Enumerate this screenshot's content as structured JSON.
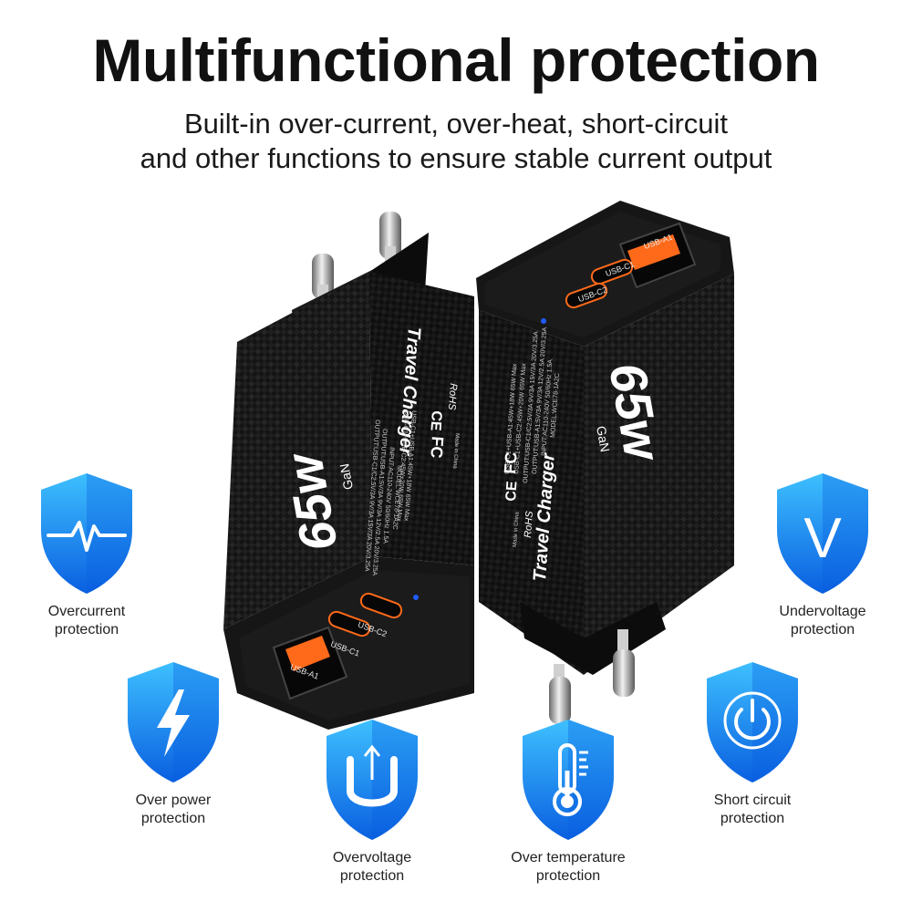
{
  "header": {
    "title": "Multifunctional protection",
    "subtitle_line1": "Built-in over-current, over-heat, short-circuit",
    "subtitle_line2": "and other functions to ensure stable current output"
  },
  "charger_left": {
    "power": "65w",
    "gan": "GaN",
    "brand_text": "Travel Charger",
    "port1": "USB-A1",
    "port2": "USB-C1",
    "port3": "USB-C2",
    "cert_fc": "FC",
    "cert_ce": "CE",
    "cert_rohs": "RoHS",
    "made_in": "Made in China",
    "spec_lines": [
      "MODEL:WCE78-1A2C",
      "INPUT:AC110-240V 50/60Hz 1.5A",
      "OUTPUT:USB-A1:5V/3A 9V/3A 12V/2.5A 20V/3.25A",
      "OUTPUT:USB-C1/C2:5V/3A 9V/3A 15V/3A 20V/3.25A",
      "USB-C1+USB-C2:45W+20W  65W Max",
      "USB-C1+USB-A1:45W+18W  65W Max"
    ]
  },
  "charger_right": {
    "power": "65w",
    "gan": "GaN",
    "brand_text": "Travel Charger",
    "port1": "USB-A1",
    "port2": "USB-C1",
    "port3": "USB-C2",
    "cert_fc": "FC",
    "cert_ce": "CE",
    "cert_rohs": "RoHS",
    "made_in": "Made in China",
    "spec_lines": [
      "MODEL:WCE78-1A2C",
      "INPUT:AC110-240V 50/60Hz 1.5A",
      "OUTPUT:USB-A1:5V/3A 9V/3A 12V/2.5A 20V/3.25A",
      "OUTPUT:USB-C1/C2:5V/3A 9V/3A 15V/3A 20V/3.25A",
      "USB-C1+USB-C2:45W+20W  65W Max",
      "USB-C1+USB-A1:45W+18W  65W Max"
    ]
  },
  "features": {
    "overcurrent": {
      "line1": "Overcurrent",
      "line2": "protection",
      "icon": "heartbeat-icon"
    },
    "overpower": {
      "line1": "Over power",
      "line2": "protection",
      "icon": "lightning-icon"
    },
    "overvoltage": {
      "line1": "Overvoltage",
      "line2": "protection",
      "icon": "u-arrow-icon",
      "glyph": "U"
    },
    "overtemp": {
      "line1": "Over temperature",
      "line2": "protection",
      "icon": "thermometer-icon"
    },
    "shortcircuit": {
      "line1": "Short circuit",
      "line2": "protection",
      "icon": "power-icon"
    },
    "undervoltage": {
      "line1": "Undervoltage",
      "line2": "protection",
      "icon": "v-icon",
      "glyph": "V"
    }
  },
  "colors": {
    "shield_light": "#33b4ff",
    "shield_dark": "#0a5fe0",
    "charger_body": "#151515",
    "usb_a_orange": "#ff6a1a",
    "led_blue": "#1f5bff"
  }
}
